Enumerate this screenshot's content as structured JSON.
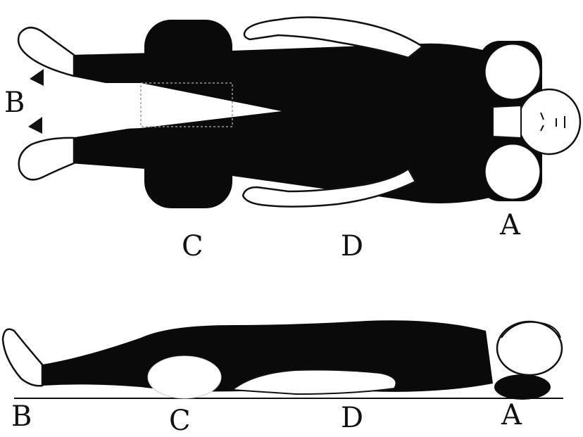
{
  "labels": {
    "top_a": "A",
    "top_b": "B",
    "top_c": "C",
    "top_d": "D",
    "bottom_a": "A",
    "bottom_b": "B",
    "bottom_c": "C",
    "bottom_d": "D"
  },
  "colors": {
    "ink": "#0a0a0a",
    "paper": "#ffffff",
    "line": "#333333"
  }
}
